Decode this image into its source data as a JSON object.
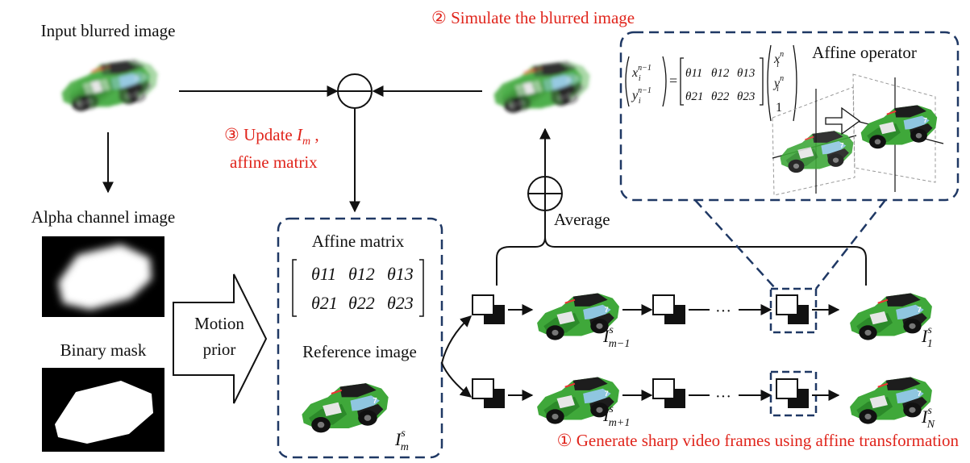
{
  "labels": {
    "input_blurred": "Input blurred image",
    "alpha_channel": "Alpha channel image",
    "binary_mask": "Binary mask",
    "motion": "Motion",
    "prior": "prior",
    "affine_matrix": "Affine matrix",
    "reference_image": "Reference image",
    "average": "Average",
    "affine_operator": "Affine operator",
    "ellipsis": "···"
  },
  "steps": {
    "step1": "① Generate sharp video frames using affine transformation",
    "step2": "② Simulate the blurred image",
    "step3_prefix": "③ Update ",
    "step3_var": "I",
    "step3_sub": "m",
    "step3_suffix": " ,",
    "step3_line2": "affine matrix"
  },
  "matrix": {
    "r1": [
      "θ11",
      "θ12",
      "θ13"
    ],
    "r2": [
      "θ21",
      "θ22",
      "θ23"
    ]
  },
  "frame_labels": {
    "ref": {
      "base": "I",
      "sup": "s",
      "sub": "m"
    },
    "prev": {
      "base": "I",
      "sup": "s",
      "sub": "m−1"
    },
    "first": {
      "base": "I",
      "sup": "s",
      "sub": "1"
    },
    "next": {
      "base": "I",
      "sup": "s",
      "sub": "m+1"
    },
    "last": {
      "base": "I",
      "sup": "s",
      "sub": "N"
    }
  },
  "operator_eq": {
    "lhs1": "x",
    "lhs1_sup": "n−1",
    "lhs1_sub": "i",
    "lhs2": "y",
    "lhs2_sup": "n−1",
    "lhs2_sub": "i",
    "rhs1": "x",
    "rhs1_sup": "n",
    "rhs1_sub": "i",
    "rhs2": "y",
    "rhs2_sup": "n",
    "rhs2_sub": "i",
    "rhs3": "1",
    "eq": "="
  },
  "colors": {
    "navy": "#1f3864",
    "red": "#e0241b",
    "car_green": "#3fa83a",
    "car_dark": "#1a1a1a"
  },
  "icons": {
    "car": "race-car-image",
    "subtract": "circle-minus",
    "add": "circle-plus",
    "transform": "affine-transform-block"
  }
}
